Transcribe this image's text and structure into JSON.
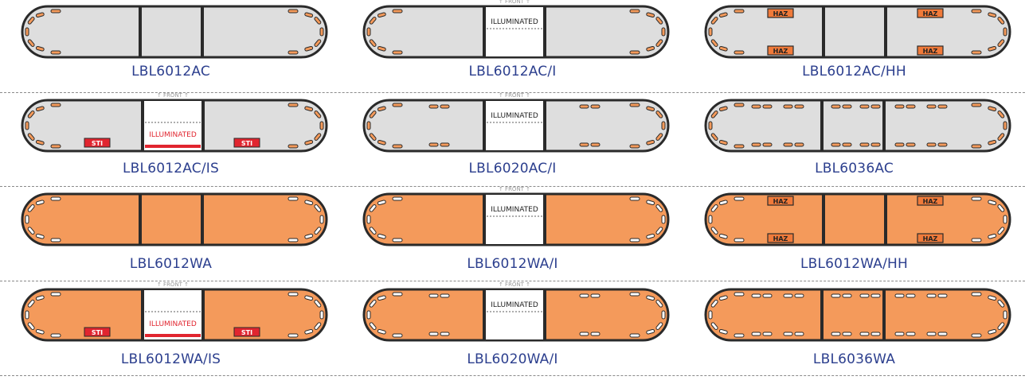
{
  "colors": {
    "clear_body": "#dedede",
    "amber_body": "#f49a5b",
    "outline": "#2a2a2a",
    "led_amber": "#f49a5b",
    "led_white": "#ffffff",
    "label_text": "#2c3f8e",
    "sti_red": "#e1252f",
    "front_text": "#9a9a9a"
  },
  "texts": {
    "front": "FRONT",
    "illuminated": "ILLUMINATED",
    "haz": "HAZ",
    "sti": "STI"
  },
  "lightbars": [
    {
      "model": "LBL6012AC",
      "body": "clear",
      "variant": "plain"
    },
    {
      "model": "LBL6012AC/I",
      "body": "clear",
      "variant": "illuminated"
    },
    {
      "model": "LBL6012AC/HH",
      "body": "clear",
      "variant": "haz"
    },
    {
      "model": "LBL6012AC/IS",
      "body": "clear",
      "variant": "illuminated-sti"
    },
    {
      "model": "LBL6020AC/I",
      "body": "clear",
      "variant": "illuminated-20"
    },
    {
      "model": "LBL6036AC",
      "body": "clear",
      "variant": "36"
    },
    {
      "model": "LBL6012WA",
      "body": "amber",
      "variant": "plain"
    },
    {
      "model": "LBL6012WA/I",
      "body": "amber",
      "variant": "illuminated"
    },
    {
      "model": "LBL6012WA/HH",
      "body": "amber",
      "variant": "haz"
    },
    {
      "model": "LBL6012WA/IS",
      "body": "amber",
      "variant": "illuminated-sti"
    },
    {
      "model": "LBL6020WA/I",
      "body": "amber",
      "variant": "illuminated-20"
    },
    {
      "model": "LBL6036WA",
      "body": "amber",
      "variant": "36"
    }
  ]
}
